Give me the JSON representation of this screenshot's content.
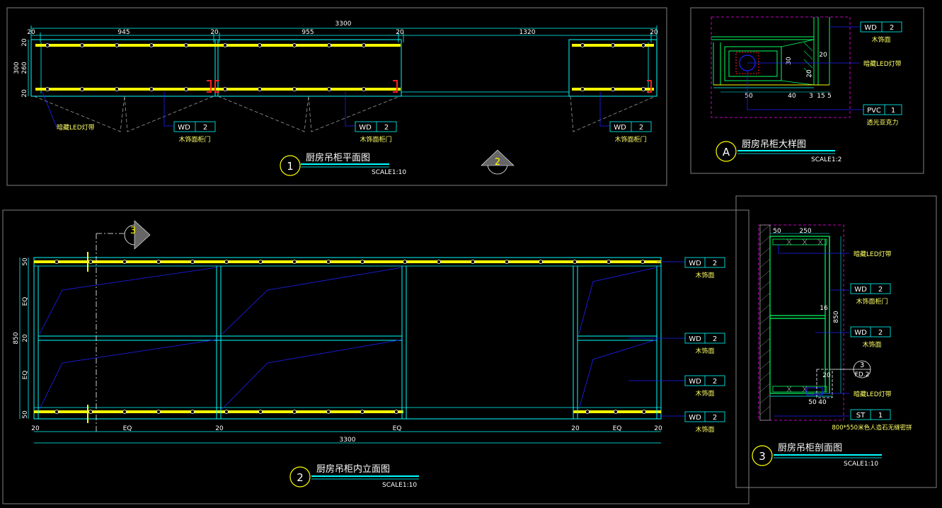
{
  "colors": {
    "frame": "#7f7f7f",
    "cyan": "#00ffff",
    "yellow": "#ffff00",
    "blue": "#2020ff",
    "red": "#ff2020",
    "magenta": "#ff00ff",
    "green": "#00ff60",
    "white": "#ffffff"
  },
  "plan": {
    "title": "厨房吊柜平面图",
    "number": "1",
    "scale": "SCALE1:10",
    "section_marker": "2",
    "dims_top": [
      "3300",
      "20",
      "945",
      "20",
      "955",
      "20",
      "1320",
      "20"
    ],
    "dims_left": [
      "20",
      "300",
      "260",
      "20"
    ],
    "callout_led": "暗藏LED灯带",
    "tags": [
      {
        "code": "WD",
        "num": "2",
        "note": "木饰面柜门"
      },
      {
        "code": "WD",
        "num": "2",
        "note": "木饰面柜门"
      },
      {
        "code": "WD",
        "num": "2",
        "note": "木饰面柜门"
      }
    ]
  },
  "detail": {
    "title": "厨房吊柜大样图",
    "letter": "A",
    "scale": "SCALE1:2",
    "dims": [
      "50",
      "40",
      "3",
      "15",
      "5",
      "20",
      "20",
      "30"
    ],
    "led_note": "暗藏LED灯带",
    "tags": [
      {
        "code": "WD",
        "num": "2",
        "note": "木饰面"
      },
      {
        "code": "PVC",
        "num": "1",
        "note": "透光亚克力"
      }
    ]
  },
  "elevation": {
    "title": "厨房吊柜内立面图",
    "number": "2",
    "scale": "SCALE1:10",
    "section_marker": "3",
    "dims_bottom": [
      "20",
      "EQ",
      "20",
      "EQ",
      "20",
      "EQ",
      "20"
    ],
    "total": "3300",
    "dims_left": [
      "50",
      "EQ",
      "850",
      "20",
      "EQ",
      "50"
    ],
    "tags": [
      {
        "code": "WD",
        "num": "2",
        "note": "木饰面"
      },
      {
        "code": "WD",
        "num": "2",
        "note": "木饰面"
      },
      {
        "code": "WD",
        "num": "2",
        "note": "木饰面"
      },
      {
        "code": "WD",
        "num": "2",
        "note": "木饰面"
      }
    ]
  },
  "section": {
    "title": "厨房吊柜剖面图",
    "number": "3",
    "scale": "SCALE1:10",
    "dims": [
      "50",
      "250",
      "850",
      "16",
      "20",
      "50",
      "40"
    ],
    "led_top": "暗藏LED灯带",
    "led_bottom": "暗藏LED灯带",
    "detail_ref": {
      "num": "3",
      "sheet": "FD.2"
    },
    "tags": [
      {
        "code": "WD",
        "num": "2",
        "note": "木饰面柜门"
      },
      {
        "code": "WD",
        "num": "2",
        "note": "木饰面"
      },
      {
        "code": "ST",
        "num": "1",
        "note": "800*550米色人造石无缝密拼"
      }
    ]
  }
}
